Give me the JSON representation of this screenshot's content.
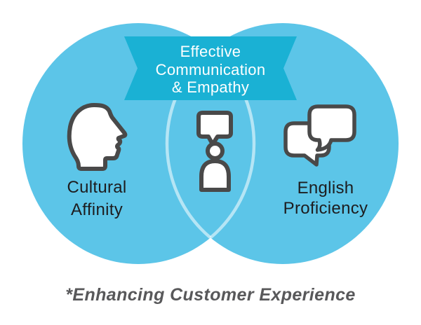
{
  "colors": {
    "background": "#ffffff",
    "circle_fill": "#5cc5e8",
    "circle_outline": "#ffffff",
    "lens_arc": "rgba(255,255,255,0.55)",
    "banner_fill": "#1ab1d4",
    "banner_text": "#ffffff",
    "icon_stroke": "#494949",
    "icon_fill": "#ffffff",
    "label_text": "#1d1d1f",
    "caption_text": "#58585a"
  },
  "banner": {
    "lines": [
      "Effective",
      "Communication",
      "& Empathy"
    ]
  },
  "venn": {
    "left": {
      "icon": "head-profile-icon",
      "label_lines": [
        "Cultural",
        "Affinity"
      ]
    },
    "center": {
      "icon": "person-speaking-icon"
    },
    "right": {
      "icon": "speech-bubbles-icon",
      "label_lines": [
        "English",
        "Proficiency"
      ]
    }
  },
  "caption": {
    "text": "*Enhancing Customer Experience"
  }
}
